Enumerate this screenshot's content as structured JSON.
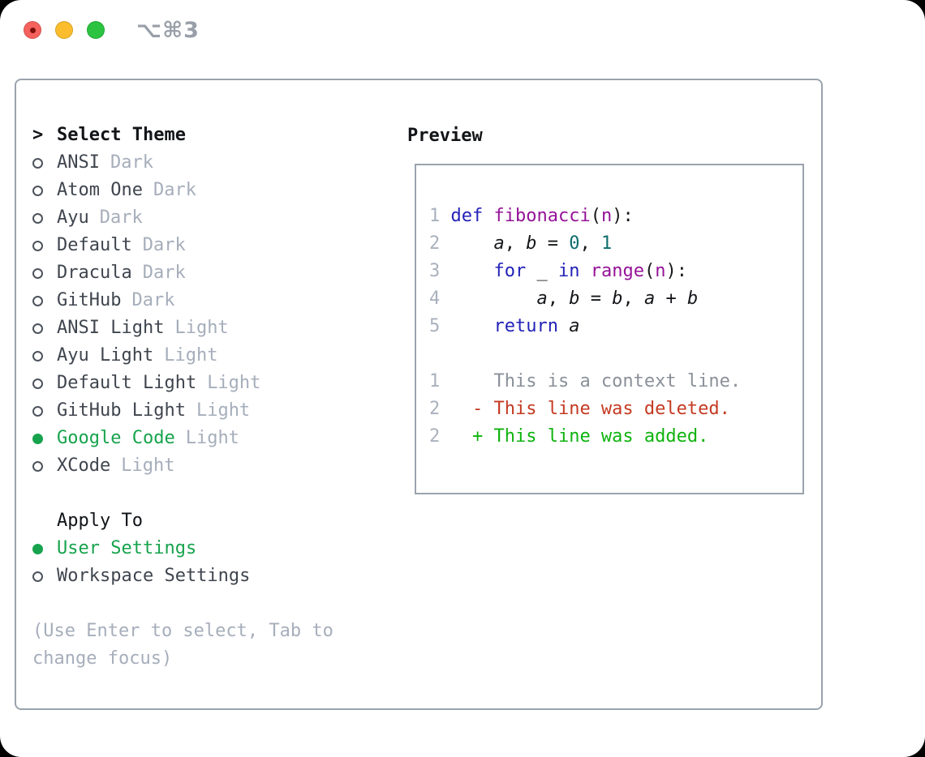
{
  "window": {
    "shortcut": "⌥⌘3"
  },
  "traffic_lights": [
    {
      "name": "close",
      "color": "#f5615d",
      "inner_dot": "#7e100b"
    },
    {
      "name": "minimize",
      "color": "#fbbd2e",
      "inner_dot": null
    },
    {
      "name": "zoom",
      "color": "#2bc340",
      "inner_dot": null
    }
  ],
  "select_theme": {
    "prompt": ">",
    "title": "Select Theme"
  },
  "themes": [
    {
      "name": "ANSI",
      "variant": "Dark",
      "selected": false
    },
    {
      "name": "Atom One",
      "variant": "Dark",
      "selected": false
    },
    {
      "name": "Ayu",
      "variant": "Dark",
      "selected": false
    },
    {
      "name": "Default",
      "variant": "Dark",
      "selected": false
    },
    {
      "name": "Dracula",
      "variant": "Dark",
      "selected": false
    },
    {
      "name": "GitHub",
      "variant": "Dark",
      "selected": false
    },
    {
      "name": "ANSI Light",
      "variant": "Light",
      "selected": false
    },
    {
      "name": "Ayu Light",
      "variant": "Light",
      "selected": false
    },
    {
      "name": "Default Light",
      "variant": "Light",
      "selected": false
    },
    {
      "name": "GitHub Light",
      "variant": "Light",
      "selected": false
    },
    {
      "name": "Google Code",
      "variant": "Light",
      "selected": true
    },
    {
      "name": "XCode",
      "variant": "Light",
      "selected": false
    }
  ],
  "apply_to": {
    "title": "Apply To",
    "options": [
      {
        "label": "User Settings",
        "selected": true
      },
      {
        "label": "Workspace Settings",
        "selected": false
      }
    ]
  },
  "help": {
    "lines": [
      "(Use Enter to select, Tab to",
      "change focus)"
    ]
  },
  "preview": {
    "title": "Preview",
    "code_lines": [
      {
        "num": "1",
        "tokens": [
          {
            "s": "kwd",
            "t": "def"
          },
          {
            "s": "pln",
            "t": " "
          },
          {
            "s": "typ",
            "t": "fibonacci"
          },
          {
            "s": "pln",
            "t": "("
          },
          {
            "s": "typ",
            "t": "n"
          },
          {
            "s": "pln",
            "t": "):"
          }
        ]
      },
      {
        "num": "2",
        "tokens": [
          {
            "s": "pln",
            "t": "    "
          },
          {
            "s": "var",
            "t": "a"
          },
          {
            "s": "pln",
            "t": ", "
          },
          {
            "s": "var",
            "t": "b"
          },
          {
            "s": "pln",
            "t": " = "
          },
          {
            "s": "lit",
            "t": "0"
          },
          {
            "s": "pln",
            "t": ", "
          },
          {
            "s": "lit",
            "t": "1"
          }
        ]
      },
      {
        "num": "3",
        "tokens": [
          {
            "s": "pln",
            "t": "    "
          },
          {
            "s": "kwd",
            "t": "for"
          },
          {
            "s": "pln",
            "t": " _ "
          },
          {
            "s": "kwd",
            "t": "in"
          },
          {
            "s": "pln",
            "t": " "
          },
          {
            "s": "typ",
            "t": "range"
          },
          {
            "s": "pln",
            "t": "("
          },
          {
            "s": "typ",
            "t": "n"
          },
          {
            "s": "pln",
            "t": "):"
          }
        ]
      },
      {
        "num": "4",
        "tokens": [
          {
            "s": "pln",
            "t": "        "
          },
          {
            "s": "var",
            "t": "a"
          },
          {
            "s": "pln",
            "t": ", "
          },
          {
            "s": "var",
            "t": "b"
          },
          {
            "s": "pln",
            "t": " = "
          },
          {
            "s": "var",
            "t": "b"
          },
          {
            "s": "pln",
            "t": ", "
          },
          {
            "s": "var",
            "t": "a"
          },
          {
            "s": "pln",
            "t": " + "
          },
          {
            "s": "var",
            "t": "b"
          }
        ]
      },
      {
        "num": "5",
        "tokens": [
          {
            "s": "pln",
            "t": "    "
          },
          {
            "s": "kwd",
            "t": "return"
          },
          {
            "s": "pln",
            "t": " "
          },
          {
            "s": "var",
            "t": "a"
          }
        ]
      }
    ],
    "diff_lines": [
      {
        "num": "1",
        "marker": " ",
        "text": "This is a context line.",
        "style": "context"
      },
      {
        "num": "2",
        "marker": "-",
        "text": "This line was deleted.",
        "style": "deleted"
      },
      {
        "num": "2",
        "marker": "+",
        "text": "This line was added.",
        "style": "added"
      }
    ]
  },
  "colors": {
    "selected_green": "#17a34d",
    "added_green": "#0fb30f",
    "deleted_red": "#c43a22",
    "keyword_blue": "#2323b8",
    "type_purple": "#941397",
    "literal_teal": "#0e6d6d",
    "muted_gray": "#a6aebb",
    "context_gray": "#8a9099",
    "line_number_gray": "#a9b1bd",
    "border_gray": "#9aa3ad"
  }
}
